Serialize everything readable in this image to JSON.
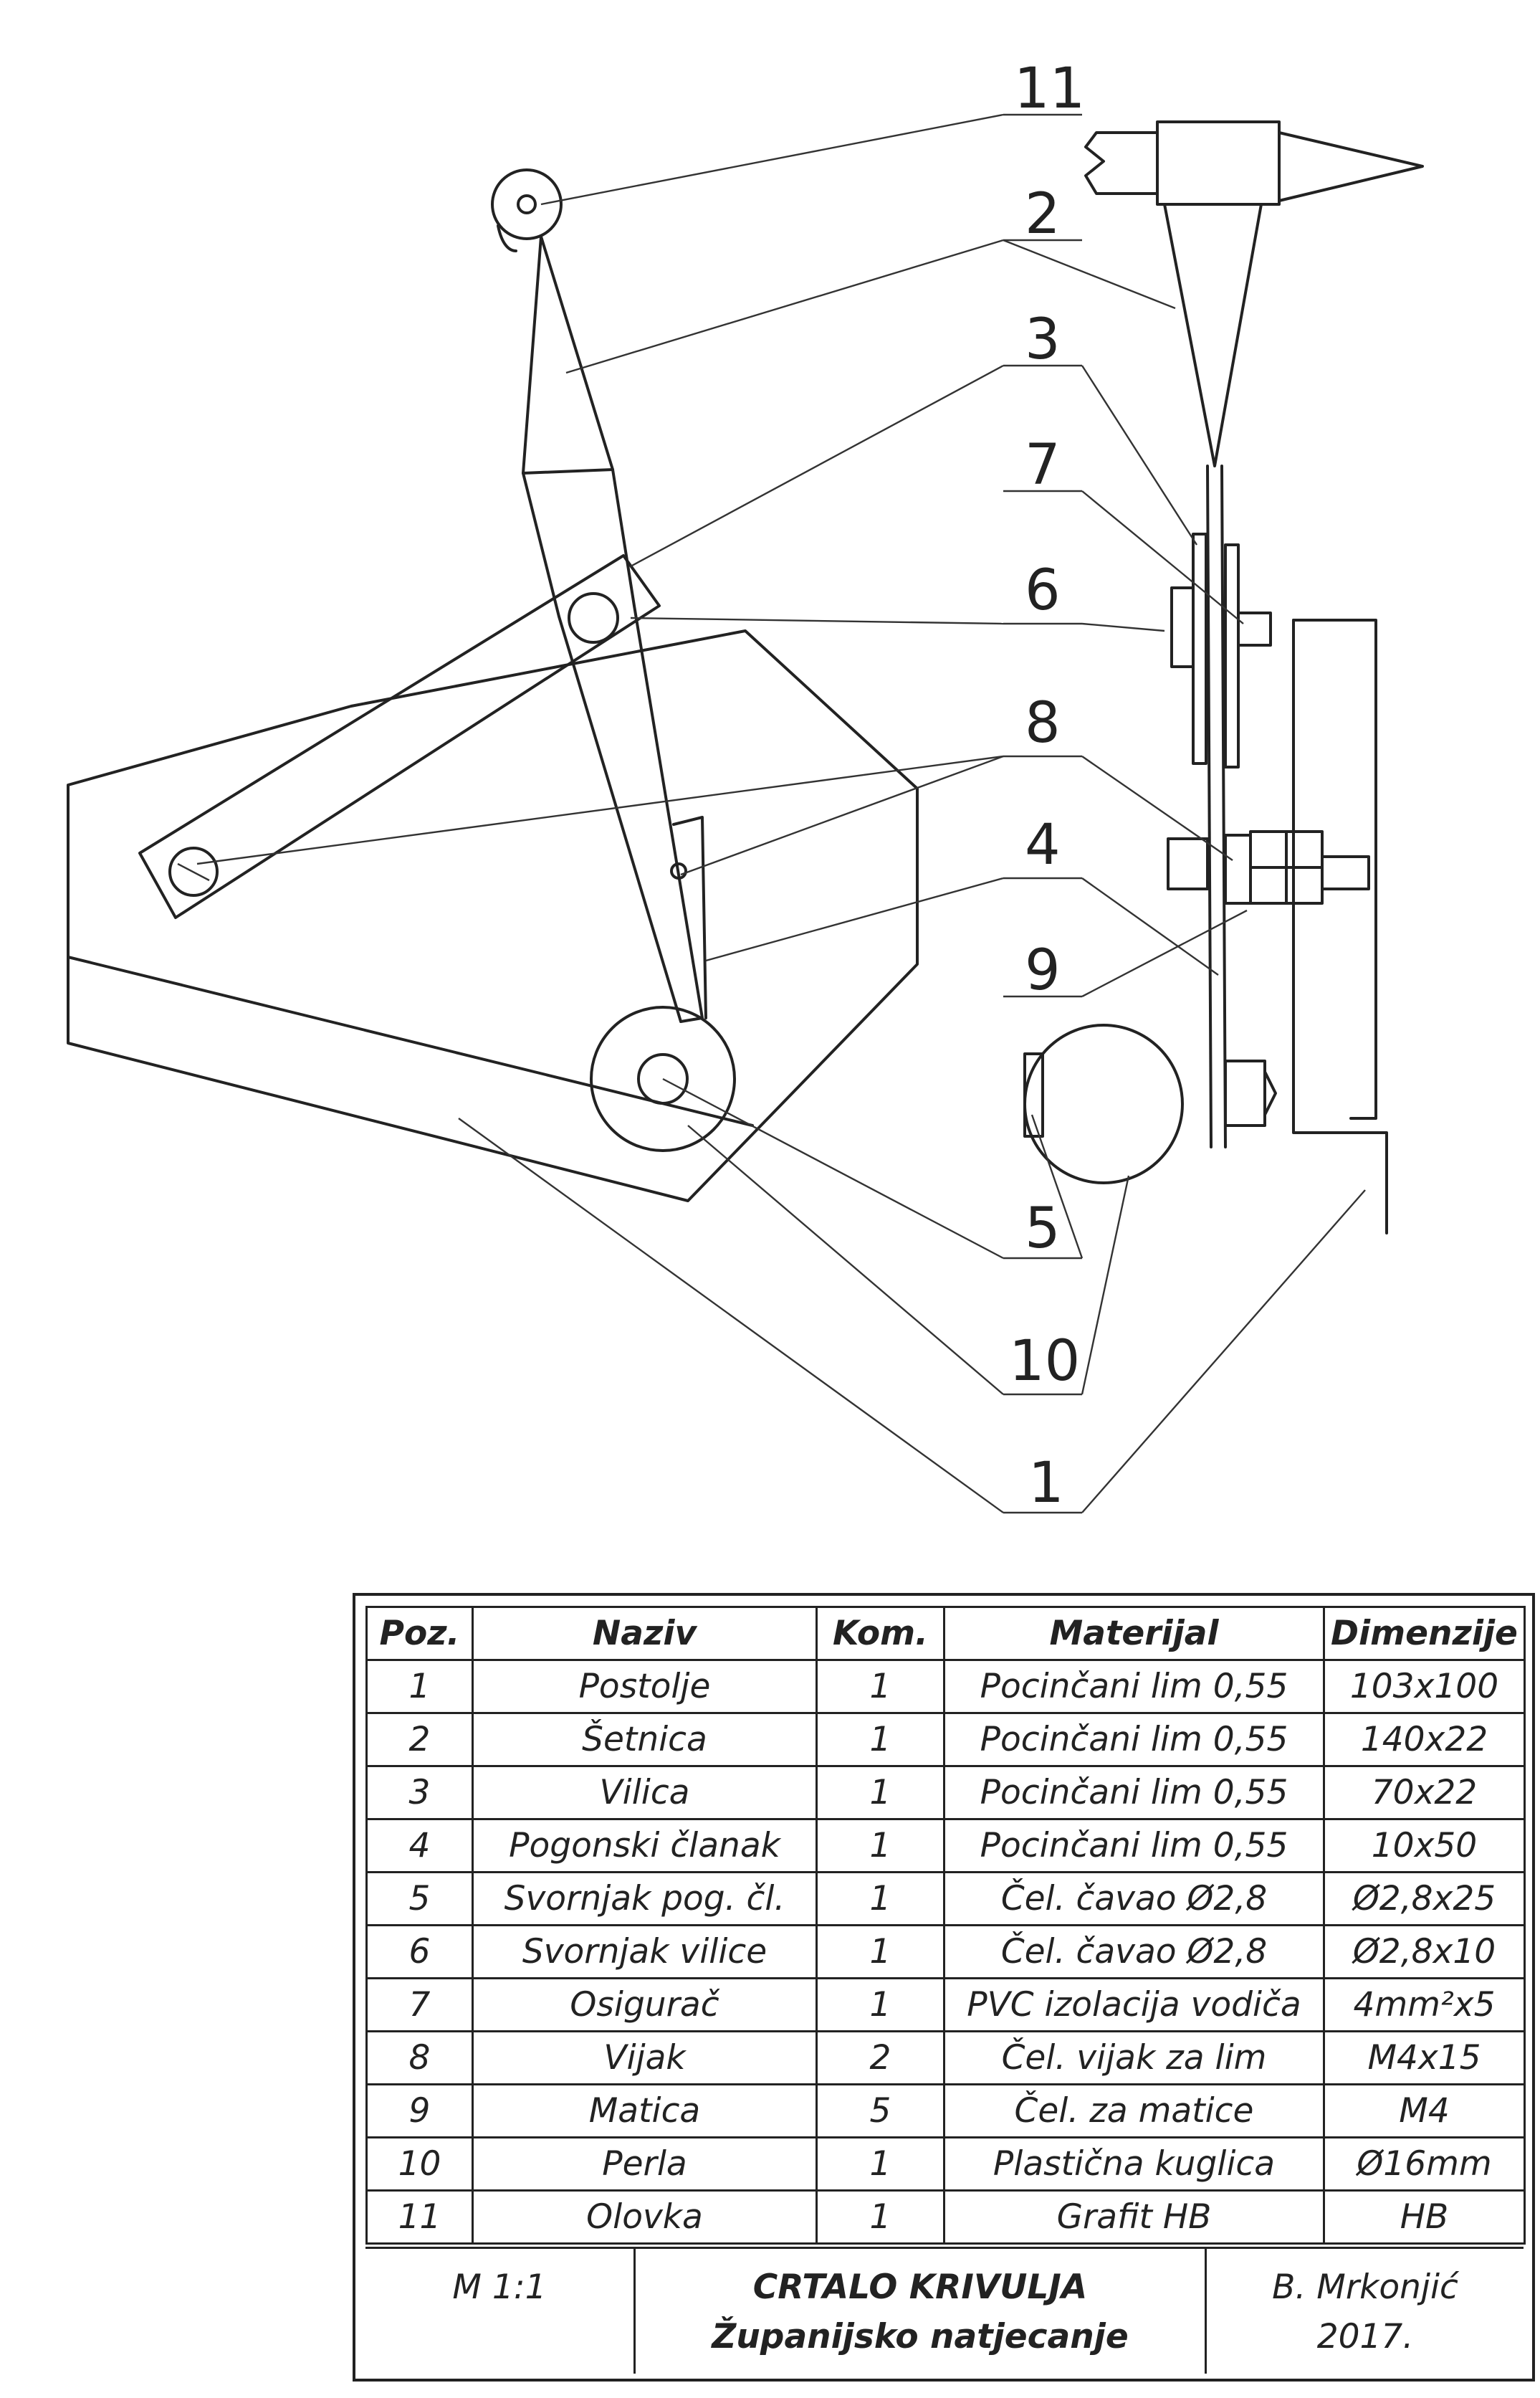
{
  "callouts": [
    "11",
    "2",
    "3",
    "7",
    "6",
    "8",
    "4",
    "9",
    "5",
    "10",
    "1"
  ],
  "table": {
    "headers": [
      "Poz.",
      "Naziv",
      "Kom.",
      "Materijal",
      "Dimenzije"
    ],
    "rows": [
      [
        "1",
        "Postolje",
        "1",
        "Pocinčani lim 0,55",
        "103x100"
      ],
      [
        "2",
        "Šetnica",
        "1",
        "Pocinčani lim 0,55",
        "140x22"
      ],
      [
        "3",
        "Vilica",
        "1",
        "Pocinčani lim 0,55",
        "70x22"
      ],
      [
        "4",
        "Pogonski članak",
        "1",
        "Pocinčani lim 0,55",
        "10x50"
      ],
      [
        "5",
        "Svornjak pog. čl.",
        "1",
        "Čel. čavao Ø2,8",
        "Ø2,8x25"
      ],
      [
        "6",
        "Svornjak vilice",
        "1",
        "Čel. čavao Ø2,8",
        "Ø2,8x10"
      ],
      [
        "7",
        "Osigurač",
        "1",
        "PVC izolacija vodiča",
        "4mm²x5"
      ],
      [
        "8",
        "Vijak",
        "2",
        "Čel. vijak za lim",
        "M4x15"
      ],
      [
        "9",
        "Matica",
        "5",
        "Čel. za matice",
        "M4"
      ],
      [
        "10",
        "Perla",
        "1",
        "Plastična kuglica",
        "Ø16mm"
      ],
      [
        "11",
        "Olovka",
        "1",
        "Grafit HB",
        "HB"
      ]
    ]
  },
  "titleblock": {
    "scale": "M 1:1",
    "title": "CRTALO KRIVULJA",
    "subtitle": "Županijsko natjecanje",
    "author": "B. Mrkonjić",
    "year": "2017."
  }
}
